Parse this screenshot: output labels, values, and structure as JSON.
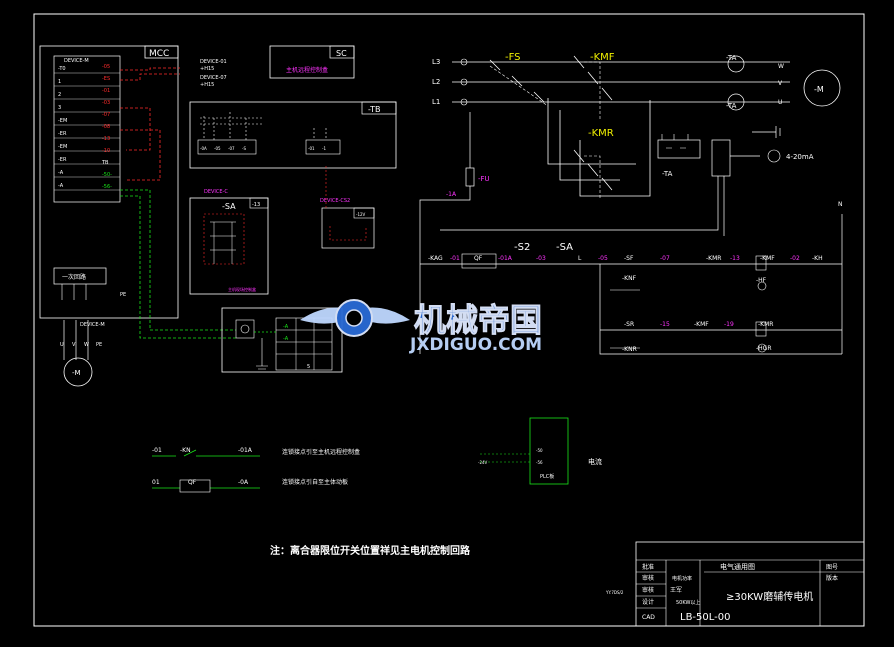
{
  "colors": {
    "background": "#000000",
    "frame": "#ffffff",
    "line": "#ffffff",
    "accent_red": "#ff2b2b",
    "accent_green": "#19e619",
    "accent_yellow": "#f0f000",
    "accent_cyan": "#00e6e6",
    "accent_magenta": "#ff33ff",
    "watermark_blue": "#2a6bd6"
  },
  "panels": {
    "mcc": {
      "title": "MCC",
      "device_label": "DEVICE-M",
      "rows": [
        "-T0",
        "1",
        "2",
        "3",
        "-EM",
        "-ER",
        "-EM",
        "-ER",
        "-A",
        "-A"
      ],
      "right_codes": [
        "-05",
        "-ES",
        "-01",
        "-03",
        "-07",
        "-08",
        "-13",
        "-10",
        "TB",
        "-50-",
        "-56-"
      ]
    },
    "mcc_signals": {
      "items": [
        "DEVICE-01",
        "+H15",
        "DEVICE-07",
        "+H15"
      ]
    },
    "sc": {
      "title": "SC",
      "label": "主机远程控制盒"
    },
    "tb": {
      "title": "-TB",
      "codes": [
        "-0A",
        "-05",
        "-07",
        "-S",
        "-01",
        "-1"
      ]
    },
    "lower_box": {
      "device": "DEVICE-C",
      "tag": "-SA",
      "sub": "-13",
      "code": "主机现场控制盒"
    },
    "lower_box2": {
      "device": "DEVICE-CS2",
      "tag": "-12V"
    },
    "once_loop": {
      "label": "一次回路"
    },
    "motor_left": {
      "device": "DEVICE-M",
      "label": "-M",
      "terms": [
        "U",
        "V",
        "W",
        "PE"
      ]
    },
    "pe_left": {
      "label": "PE"
    },
    "terminal_box": {
      "labels": [
        "-A",
        "-A",
        "5"
      ]
    }
  },
  "main_circuit": {
    "phases": [
      "L3",
      "L2",
      "L1"
    ],
    "fs_label": "-FS",
    "kmf_label": "-KMF",
    "kmr_label": "-KMR",
    "ta_label_top": "-TA",
    "ta_label_mid": "-TA",
    "ta_label_bottom": "-TA",
    "motor_label": "-M",
    "motor_terms": [
      "W",
      "V",
      "U"
    ],
    "current_label": "4-20mA",
    "fu_label": "-FU",
    "ia_label": "-1A",
    "n_label": "N"
  },
  "control_circuit": {
    "row1": [
      "-KAG",
      "-01",
      "QF",
      "-01A",
      "-S2",
      "-03",
      "-SA",
      "L",
      "-05",
      "-SF",
      "-07",
      "-KMR",
      "-13",
      "-KMF",
      "-02",
      "-KH"
    ],
    "row1_sub": [
      "-KNF",
      "-HF"
    ],
    "row2": [
      "-SR",
      "-15",
      "-KMF",
      "-19",
      "-KMR"
    ],
    "row2_sub": [
      "-KNR",
      "-HGR"
    ]
  },
  "legend": {
    "row1_labels": [
      "-01",
      "-KN",
      "-01A"
    ],
    "row1_text": "连锁接点引至主机远程控制盒",
    "row2_labels": [
      "01",
      "QF",
      "-0A"
    ],
    "row2_text": "连锁接点引自至主体动板"
  },
  "plc": {
    "label": "PLC板",
    "in_labels": [
      "-24V",
      "-50",
      "-56"
    ],
    "side_text": "电流"
  },
  "note": "注：离合器限位开关位置祥见主电机控制回路",
  "watermark": {
    "brand": "机械帝国",
    "url": "JXDIGUO.COM"
  },
  "title_block": {
    "rows": [
      "批准",
      "审核",
      "审核",
      "设计",
      "CAD"
    ],
    "names": [
      "",
      "王军",
      "",
      "",
      ""
    ],
    "date": "YY.7DS/2",
    "category": "电气通用图",
    "title": "≥30KW磨辅传电机",
    "drawing_no": "LB-50L-00",
    "fields": [
      "图号",
      "版本"
    ],
    "small": [
      "电机功率",
      "50KW以上"
    ]
  }
}
